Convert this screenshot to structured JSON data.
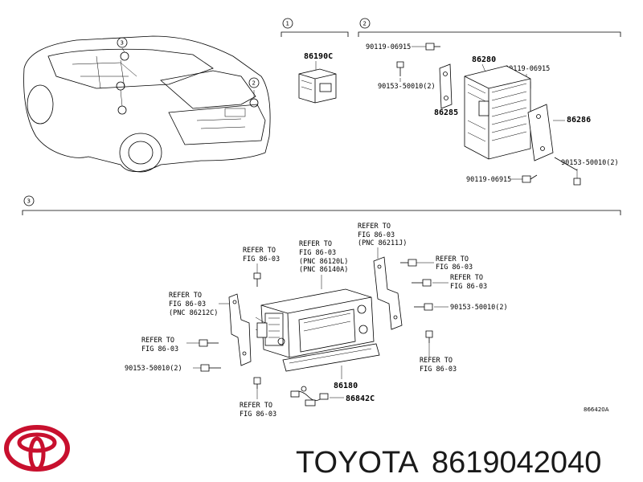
{
  "sections": [
    {
      "id": "1",
      "callout": "1"
    },
    {
      "id": "2",
      "callout": "2"
    },
    {
      "id": "3",
      "callout": "3"
    }
  ],
  "car_callouts": [
    "3",
    "2"
  ],
  "section1": {
    "part": "86190C"
  },
  "section2": {
    "labels": {
      "bolt_top_left": "90119-06915",
      "part_main": "86280",
      "bolt_top_right": "90119-06915",
      "nut_left": "90153-50010(2)",
      "bracket_left": "86285",
      "bracket_right": "86286",
      "nut_right": "90153-50010(2)",
      "bolt_bottom": "90119-06915"
    }
  },
  "section3": {
    "labels": {
      "ref_top_center": [
        "REFER TO",
        "FIG 86-03",
        "(PNC 86120L)",
        "(PNC 86140A)"
      ],
      "ref_top_right": [
        "REFER TO",
        "FIG 86-03",
        "(PNC 86211J)"
      ],
      "ref_left_upper": [
        "REFER TO",
        "FIG 86-03"
      ],
      "ref_left_bracket": [
        "REFER TO",
        "FIG 86-03",
        "(PNC 86212C)"
      ],
      "ref_right_upper": [
        "REFER TO",
        "FIG 86-03"
      ],
      "ref_right_mid": [
        "REFER TO",
        "FIG 86-03"
      ],
      "nut_right": "90153-50010(2)",
      "ref_left_mid": [
        "REFER TO",
        "FIG 86-03"
      ],
      "nut_left": "90153-50010(2)",
      "ref_right_lower": [
        "REFER TO",
        "FIG 86-03"
      ],
      "part_86180": "86180",
      "part_86842c": "86842C",
      "ref_bottom": [
        "REFER TO",
        "FIG 86-03"
      ],
      "figure_code": "866420A"
    }
  },
  "footer": {
    "brand": "TOYOTA",
    "part_number": "8619042040"
  },
  "colors": {
    "logo": "#c8102e",
    "line": "#000000",
    "brand_text": "#1a1a1a"
  }
}
